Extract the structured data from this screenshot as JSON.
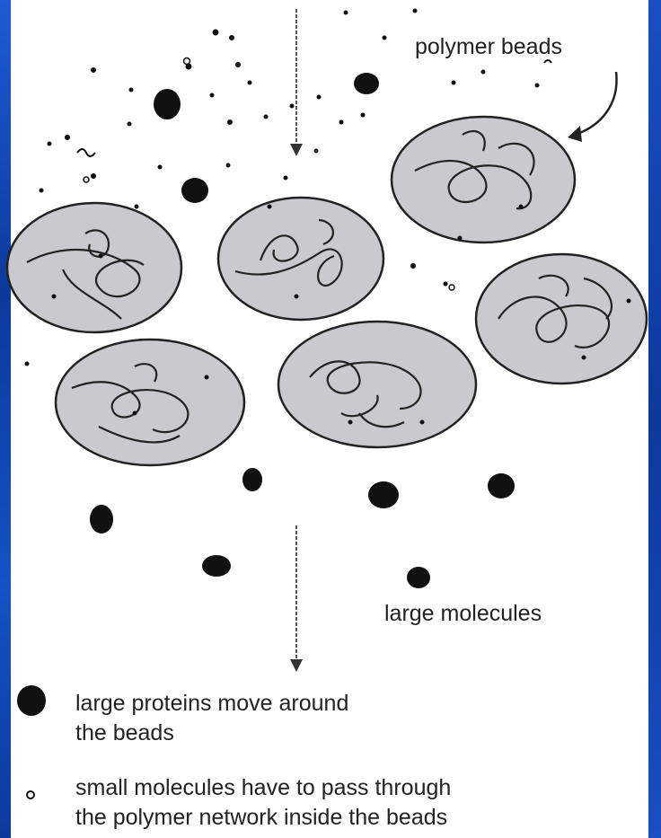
{
  "labels": {
    "polymer_beads": "polymer beads",
    "large_molecules": "large molecules"
  },
  "legend": {
    "large": {
      "icon": "large-protein-dot-icon",
      "line1": "large proteins move around",
      "line2": "the beads"
    },
    "small": {
      "icon": "small-molecule-squiggle-icon",
      "line1": "small molecules have to pass through",
      "line2": "the polymer network inside the beads"
    }
  },
  "colors": {
    "background_blue": "#0b3a9c",
    "panel": "#ffffff",
    "bead_fill": "#c9c9cf",
    "ink": "#111111"
  }
}
